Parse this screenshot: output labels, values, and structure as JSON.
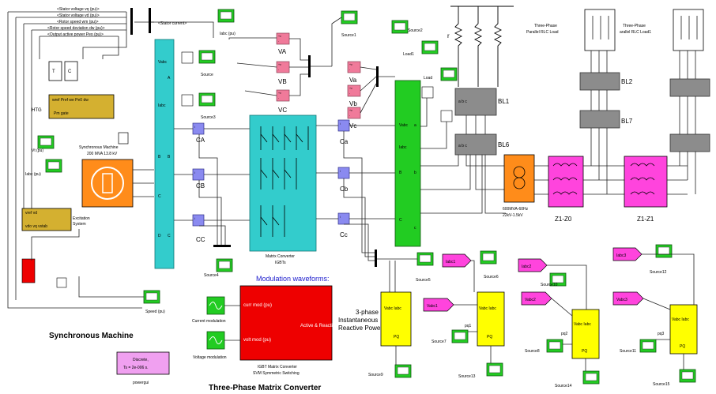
{
  "signals": {
    "stator_voltage_vq": "<Stator voltage  vq (pu)>",
    "stator_voltage_vd": "<Stator voltage  vd (pu)>",
    "rotor_speed": "<Rotor speed  wm (pu)>",
    "rotor_speed_dev": "<Rotor speed deviation  dw (pu)>",
    "output_power": "<Output active power   Peo (pu)>",
    "stator_current": "<Stator current>"
  },
  "blocks": {
    "htg": "HTG",
    "sync_machine_title": "Synchronous Machine",
    "sync_machine_rating": "200 MVA 13.8 kV",
    "excitation": "Excitation",
    "excitation2": "System",
    "vt_pu": "Vt (pu)",
    "iabc_pu": "Iabc (pu)",
    "speed_pu": "Speed (pu)",
    "powergui_line1": "Discrete,",
    "powergui_line2": "Ts = 2e-006 s.",
    "powergui": "powergui",
    "matrix_converter_line1": "Matrix Converter",
    "matrix_converter_line2": "IGBTs",
    "modulation_title": "Modulation waveforms:",
    "svm_out": "Active & Reactive",
    "svm_line1": "IGBT Matrix Converter",
    "svm_line2": "SVM Symmetric Switching",
    "current_mod": "Current modulation",
    "voltage_mod": "Voltage modulation",
    "transformer_line1": "600MVA-60Hz",
    "transformer_line2": "22kV-1.5kV",
    "z1_z0": "Z1-Z0",
    "z1_z1": "Z1-Z1",
    "rlc_load1": "Three-Phase\nParallel RLC Load",
    "rlc_load2": "Three-Phase\nParallel RLC Load1",
    "pq_line1": "3-phase",
    "pq_line2": "Instantaneous",
    "pq_line3": "Reactive Power",
    "load": "Load",
    "load1": "Load1",
    "r": "r",
    "iabc_lbl": "Iabc",
    "vabc_lbl": "Vabc"
  },
  "scopes": [
    "Source",
    "Source1",
    "Source2",
    "Source3",
    "Source4",
    "Source5",
    "Source6",
    "Source7",
    "Source8",
    "Source9",
    "Source10",
    "Source11",
    "Source12",
    "Source13",
    "Source14",
    "Source15"
  ],
  "meas_labels": {
    "CA": "CA",
    "CB": "CB",
    "CC": "CC",
    "VA": "VA",
    "VB": "VB",
    "VC": "VC",
    "Va": "Va",
    "Vb": "Vb",
    "Vc": "Vc",
    "Ca": "Ca",
    "Cb": "Cb",
    "Cc": "Cc",
    "BL1": "BL1",
    "BL2": "BL2",
    "BL6": "BL6",
    "BL7": "BL7",
    "pq1": "pq1",
    "pq2": "pq2",
    "pq3": "pq3",
    "Iabc1": "Iabc1",
    "Vabc1": "Vabc1",
    "Iabc2": "Iabc2",
    "Vabc2": "Vabc2",
    "Iabc3": "Iabc3",
    "Vabc3": "Vabc3"
  },
  "captions": {
    "sync_machine": "Synchronous Machine",
    "matrix_converter": "Three-Phase Matrix Converter"
  },
  "colors": {
    "cyan_bus": "#33cccc",
    "orange_machine": "#ff8c1a",
    "gold_block": "#d4b030",
    "green_bus": "#22cc22",
    "pink_meas": "#f07a9a",
    "blue_meas": "#8a8af0",
    "magenta_line": "#ff44dd",
    "yellow_pq": "#ffff00",
    "red_svm": "#ee0000",
    "gray_bl": "#8c8c8c"
  }
}
